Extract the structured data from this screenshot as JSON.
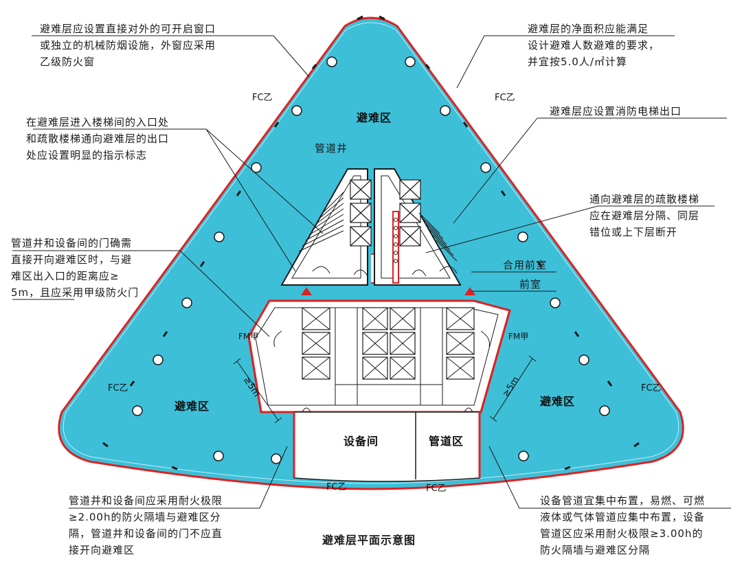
{
  "diagram": {
    "title": "避难层平面示意图",
    "zones": {
      "refuge_top": "避难区",
      "refuge_left": "避难区",
      "refuge_right": "避难区",
      "equipment_room": "设备间",
      "pipe_zone": "管道区",
      "pipe_shaft": "管道井",
      "shared_anteroom": "合用前室",
      "anteroom": "前室"
    },
    "door_tags": {
      "fc_top_left": "FC乙",
      "fc_top_right": "FC乙",
      "fc_left": "FC乙",
      "fc_right": "FC乙",
      "fc_bottom_left": "FC乙",
      "fc_bottom_right": "FC乙",
      "fm_left": "FM甲",
      "fm_right": "FM甲"
    },
    "dimensions": {
      "left": "≥5m",
      "right": "≥5m"
    },
    "notes": {
      "window": [
        "避难层应设置直接对外的可开启窗口",
        "或独立的机械防烟设施，外窗应采用",
        "乙级防火窗"
      ],
      "area": [
        "避难层的净面积应能满足",
        "设计避难人数避难的要求，",
        "并宜按5.0人/㎡计算"
      ],
      "signage": [
        "在避难层进入楼梯间的入口处",
        "和疏散楼梯通向避难层的出口",
        "处应设置明显的指示标志"
      ],
      "elevator": [
        "避难层应设置消防电梯出口"
      ],
      "stairs": [
        "通向避难层的疏散楼梯",
        "应在避难层分隔、同层",
        "错位或上下层断开"
      ],
      "door_distance": [
        "管道井和设备间的门确需",
        "直接开向避难区时，与避",
        "难区出入口的距离应≥",
        "5m，且应采用甲级防火门"
      ],
      "fire_wall": [
        "管道井和设备间应采用耐火极限",
        "≥2.00h的防火隔墙与避难区分",
        "隔，管道井和设备间的门不应直",
        "接开向避难区"
      ],
      "pipes": [
        "设备管道宜集中布置，易燃、可燃",
        "液体或气体管道应集中布置，设备",
        "管道区应采用耐火极限≥3.00h的",
        "防火隔墙与避难区分隔"
      ]
    },
    "colors": {
      "floor": "#3dbfd8",
      "wall": "#e02020",
      "line": "#1a1a1a"
    }
  }
}
